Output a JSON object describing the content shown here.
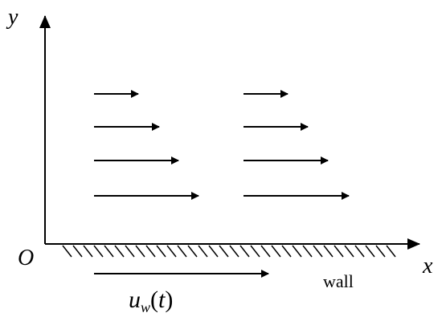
{
  "labels": {
    "y_axis": "y",
    "x_axis": "x",
    "origin": "O",
    "wall": "wall",
    "velocity_base": "u",
    "velocity_sub": "w",
    "velocity_open": "(",
    "velocity_arg": "t",
    "velocity_close": ")"
  },
  "colors": {
    "ink": "#000000",
    "background": "#ffffff"
  }
}
